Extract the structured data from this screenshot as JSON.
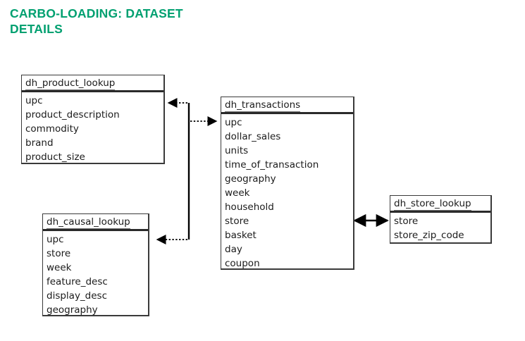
{
  "page": {
    "title_line1": "CARBO-LOADING: DATASET",
    "title_line2": "DETAILS",
    "title_color": "#00a070",
    "background": "#ffffff"
  },
  "diagram": {
    "type": "entity-relationship",
    "entities": [
      {
        "id": "dh_product_lookup",
        "name": "dh_product_lookup",
        "fields": [
          "upc",
          "product_description",
          "commodity",
          "brand",
          "product_size"
        ]
      },
      {
        "id": "dh_transactions",
        "name": "dh_transactions",
        "fields": [
          "upc",
          "dollar_sales",
          "units",
          "time_of_transaction",
          "geography",
          "week",
          "household",
          "store",
          "basket",
          "day",
          "coupon"
        ]
      },
      {
        "id": "dh_causal_lookup",
        "name": "dh_causal_lookup",
        "fields": [
          "upc",
          "store",
          "week",
          "feature_desc",
          "display_desc",
          "geography"
        ]
      },
      {
        "id": "dh_store_lookup",
        "name": "dh_store_lookup",
        "fields": [
          "store",
          "store_zip_code"
        ]
      }
    ],
    "relationships": [
      {
        "id": "rel-product-transactions",
        "from": "dh_transactions",
        "to": "dh_product_lookup",
        "style": "dotted",
        "arrows": "both"
      },
      {
        "id": "rel-causal-transactions",
        "from": "dh_transactions",
        "to": "dh_causal_lookup",
        "style": "dotted",
        "arrows": "both"
      },
      {
        "id": "rel-transactions-store",
        "from": "dh_transactions",
        "to": "dh_store_lookup",
        "style": "solid",
        "arrows": "both"
      }
    ]
  }
}
